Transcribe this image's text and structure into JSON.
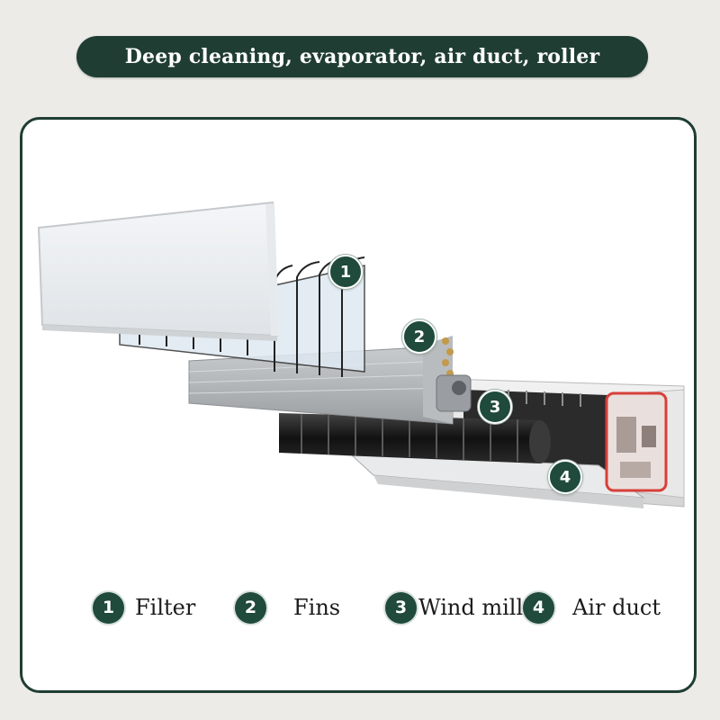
{
  "banner": {
    "title": "Deep cleaning, evaporator, air duct, roller"
  },
  "callouts": [
    "1",
    "2",
    "3",
    "4"
  ],
  "legend": [
    {
      "number": "1",
      "label": "Filter"
    },
    {
      "number": "2",
      "label": "Fins"
    },
    {
      "number": "3",
      "label": "Wind mill"
    },
    {
      "number": "4",
      "label": "Air duct"
    }
  ],
  "colors": {
    "brand_green": "#1f3d33",
    "badge_green": "#1f4a3c",
    "highlight_red": "#d7403a"
  }
}
